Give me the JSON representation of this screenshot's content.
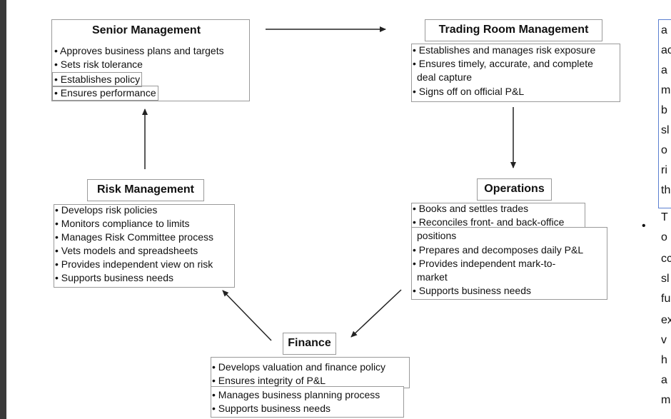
{
  "nodes": {
    "senior": {
      "title": "Senior Management",
      "items": [
        "• Approves business plans and targets",
        "• Sets risk tolerance",
        "• Establishes policy",
        "• Ensures performance"
      ]
    },
    "trading": {
      "title": "Trading Room Management",
      "items": [
        "• Establishes and manages risk exposure",
        "• Ensures timely, accurate, and complete",
        "deal capture",
        "• Signs off on official P&L"
      ]
    },
    "risk": {
      "title": "Risk Management",
      "items": [
        "• Develops risk policies",
        "• Monitors compliance to limits",
        "• Manages Risk Committee process",
        "• Vets models and spreadsheets",
        "• Provides independent view on risk",
        "• Supports business needs"
      ]
    },
    "operations": {
      "title": "Operations",
      "items": [
        "• Books and settles trades",
        "• Reconciles front- and back-office",
        "positions",
        "• Prepares and decomposes daily P&L",
        "• Provides independent mark-to-",
        "market",
        "• Supports business needs"
      ]
    },
    "finance": {
      "title": "Finance",
      "items": [
        "• Develops valuation and finance policy",
        "• Ensures integrity of P&L",
        "• Manages business planning process",
        "• Supports business needs"
      ]
    }
  },
  "side_text": {
    "bullet": "•",
    "lines": [
      "a",
      "ac",
      "a",
      "m",
      "b",
      "sl",
      "o",
      "ri",
      "th",
      "T",
      "o",
      "cc",
      "sl",
      "fu",
      "ex",
      "v",
      "h",
      "a",
      "m"
    ]
  }
}
